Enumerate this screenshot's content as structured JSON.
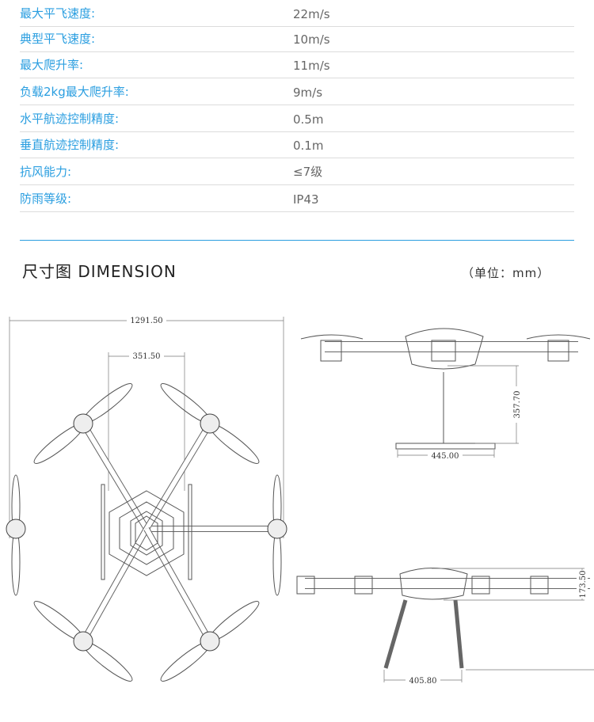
{
  "specs": [
    {
      "label": "最大平飞速度:",
      "value": "22m/s"
    },
    {
      "label": "典型平飞速度:",
      "value": "10m/s"
    },
    {
      "label": "最大爬升率:",
      "value": "11m/s"
    },
    {
      "label": "负载2kg最大爬升率:",
      "value": "9m/s"
    },
    {
      "label": "水平航迹控制精度:",
      "value": "0.5m"
    },
    {
      "label": "垂直航迹控制精度:",
      "value": "0.1m"
    },
    {
      "label": "抗风能力:",
      "value": "≤7级"
    },
    {
      "label": "防雨等级:",
      "value": "IP43"
    }
  ],
  "dimension": {
    "title": "尺寸图 DIMENSION",
    "unit": "（单位：mm）",
    "top_view": {
      "overall_width": "1291.50",
      "body_width": "351.50"
    },
    "side_view": {
      "height": "357.70",
      "base_width": "445.00"
    },
    "front_view": {
      "height": "173.50",
      "leg_span": "405.80"
    }
  },
  "colors": {
    "accent": "#2a9ee0"
  }
}
